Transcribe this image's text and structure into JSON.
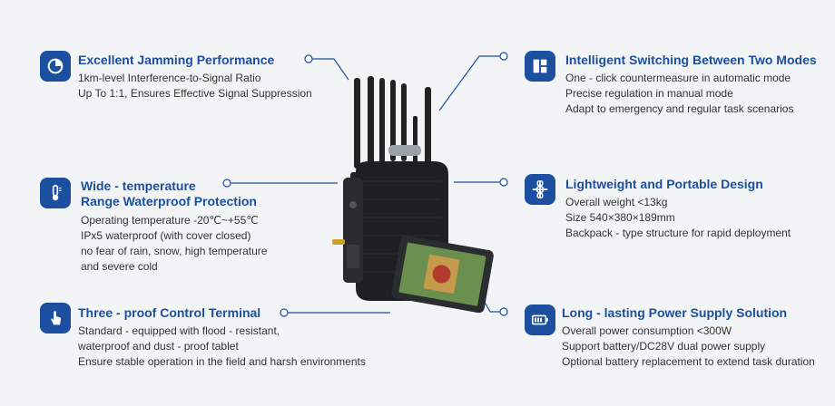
{
  "features": {
    "jamming": {
      "title": "Excellent Jamming Performance",
      "lines": [
        "1km-level Interference-to-Signal Ratio",
        "Up To 1:1, Ensures Effective Signal Suppression"
      ],
      "icon": "target-chart-icon"
    },
    "temperature": {
      "title_line1": "Wide - temperature",
      "title_line2": "Range Waterproof Protection",
      "lines": [
        "Operating temperature -20℃~+55℃",
        "IPx5 waterproof (with cover closed)",
        "no fear of rain, snow, high temperature",
        "and severe cold"
      ],
      "icon": "thermometer-icon"
    },
    "control": {
      "title": "Three - proof Control Terminal",
      "lines": [
        "Standard - equipped with flood - resistant,",
        "waterproof and dust - proof tablet",
        "Ensure stable operation in the field and harsh environments"
      ],
      "icon": "touch-hand-icon"
    },
    "switching": {
      "title": "Intelligent Switching Between Two Modes",
      "lines": [
        "One - click countermeasure in automatic mode",
        "Precise regulation in manual mode",
        "Adapt to emergency and regular task scenarios"
      ],
      "icon": "layout-icon"
    },
    "portable": {
      "title": "Lightweight and Portable Design",
      "lines": [
        "Overall weight <13kg",
        "Size 540×380×189mm",
        "Backpack - type structure for rapid deployment"
      ],
      "icon": "move-arrows-icon"
    },
    "power": {
      "title": "Long - lasting Power Supply Solution",
      "lines": [
        "Overall power consumption <300W",
        "Support battery/DC28V dual power supply",
        "Optional battery replacement to extend task duration"
      ],
      "icon": "battery-icon"
    }
  },
  "colors": {
    "accent": "#1c4fa0",
    "background": "#f3f4f6",
    "device": "#1e1f22"
  }
}
